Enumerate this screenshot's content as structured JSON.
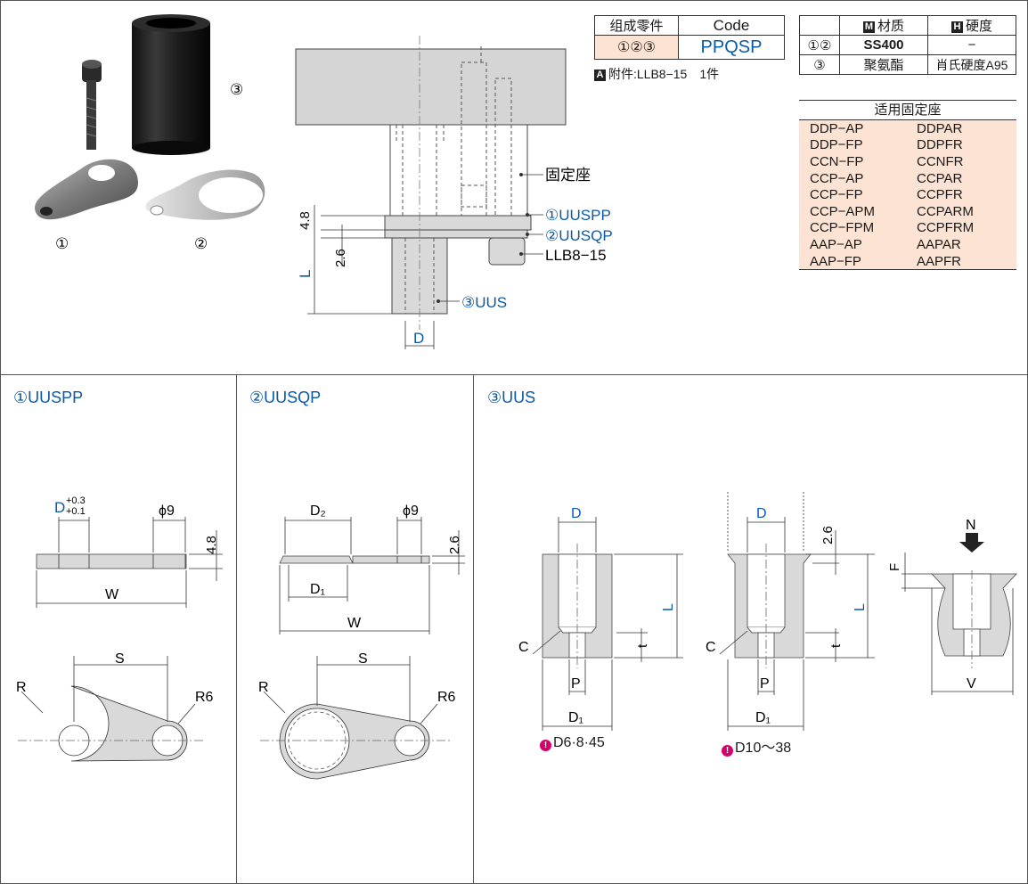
{
  "top": {
    "photo_labels": {
      "one": "①",
      "two": "②",
      "three": "③"
    },
    "assembly": {
      "labels": {
        "mount": "固定座",
        "uuspp": "①UUSPP",
        "uusqp": "②UUSQP",
        "llb": "LLB8−15",
        "uus": "③UUS",
        "dim_48": "4.8",
        "dim_26": "2.6",
        "dim_L": "L",
        "dim_D": "D"
      }
    },
    "code_table": {
      "headers": [
        "组成零件",
        "Code"
      ],
      "row": [
        "①②③",
        "PPQSP"
      ],
      "badge": "A",
      "accessory": "附件:LLB8−15　1件"
    },
    "material_table": {
      "header_material_badge": "M",
      "header_material": "材质",
      "header_hardness_badge": "H",
      "header_hardness": "硬度",
      "rows": [
        [
          "①②",
          "SS400",
          "−"
        ],
        [
          "③",
          "聚氨酯",
          "肖氏硬度A95"
        ]
      ]
    },
    "mount_table": {
      "title": "适用固定座",
      "rows": [
        [
          "DDP−AP",
          "DDPAR"
        ],
        [
          "DDP−FP",
          "DDPFR"
        ],
        [
          "CCN−FP",
          "CCNFR"
        ],
        [
          "CCP−AP",
          "CCPAR"
        ],
        [
          "CCP−FP",
          "CCPFR"
        ],
        [
          "CCP−APM",
          "CCPARM"
        ],
        [
          "CCP−FPM",
          "CCPFRM"
        ],
        [
          "AAP−AP",
          "AAPAR"
        ],
        [
          "AAP−FP",
          "AAPFR"
        ]
      ]
    }
  },
  "sections": {
    "uuspp": {
      "title": "①UUSPP",
      "dims": {
        "D": "D",
        "tol_up": "+0.3",
        "tol_low": "+0.1",
        "phi9": "ϕ9",
        "h": "4.8",
        "W": "W",
        "S": "S",
        "R": "R",
        "R6": "R6"
      }
    },
    "uusqp": {
      "title": "②UUSQP",
      "dims": {
        "D2": "D₂",
        "phi9": "ϕ9",
        "h": "2.6",
        "D1": "D₁",
        "W": "W",
        "S": "S",
        "R": "R",
        "R6": "R6"
      }
    },
    "uus": {
      "title": "③UUS",
      "dims": {
        "D": "D",
        "L": "L",
        "C": "C",
        "t": "t",
        "P": "P",
        "D1": "D₁",
        "h26": "2.6",
        "N": "N",
        "F": "F",
        "V": "V"
      },
      "note_a_icon": "!",
      "note_a": "D6·8·45",
      "note_b_icon": "!",
      "note_b": "D10～38"
    }
  },
  "colors": {
    "accent_blue": "#0a5aa8",
    "peach": "#fde3d3",
    "note_magenta": "#d4006e",
    "plate_gray": "#d9d9d9"
  }
}
